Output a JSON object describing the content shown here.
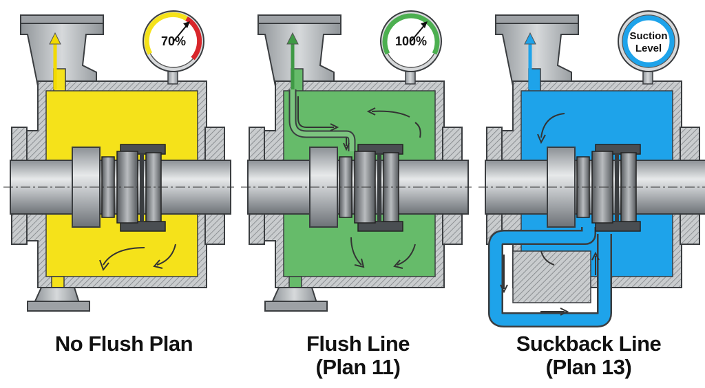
{
  "panels": [
    {
      "caption_line1": "No Flush Plan",
      "caption_line2": "",
      "gauge_text_line1": "70%",
      "gauge_text_line2": "",
      "fluid_color": "#f5e21a",
      "fluid_dark": "#e0c600",
      "arrow_color": "#f2da00",
      "gauge_arc_color": "#f5e21a",
      "gauge_arc2_color": "#d8262b",
      "gauge_fill": 0.7
    },
    {
      "caption_line1": "Flush Line",
      "caption_line2": "(Plan 11)",
      "gauge_text_line1": "100%",
      "gauge_text_line2": "",
      "fluid_color": "#66bb6a",
      "fluid_dark": "#3f9a45",
      "arrow_color": "#3f9a45",
      "gauge_arc_color": "#4caf50",
      "gauge_arc2_color": "#4caf50",
      "gauge_fill": 1.0
    },
    {
      "caption_line1": "Suckback Line",
      "caption_line2": "(Plan 13)",
      "gauge_text_line1": "Suction",
      "gauge_text_line2": "Level",
      "fluid_color": "#1ea3ea",
      "fluid_dark": "#0d7fc0",
      "arrow_color": "#1ea3ea",
      "gauge_arc_color": "#1ea3ea",
      "gauge_arc2_color": "#1ea3ea"
    }
  ],
  "colors": {
    "steel": "#a9adb1",
    "steel_dark": "#6e7378",
    "hatch": "#888c90",
    "outline": "#3a3d40"
  }
}
